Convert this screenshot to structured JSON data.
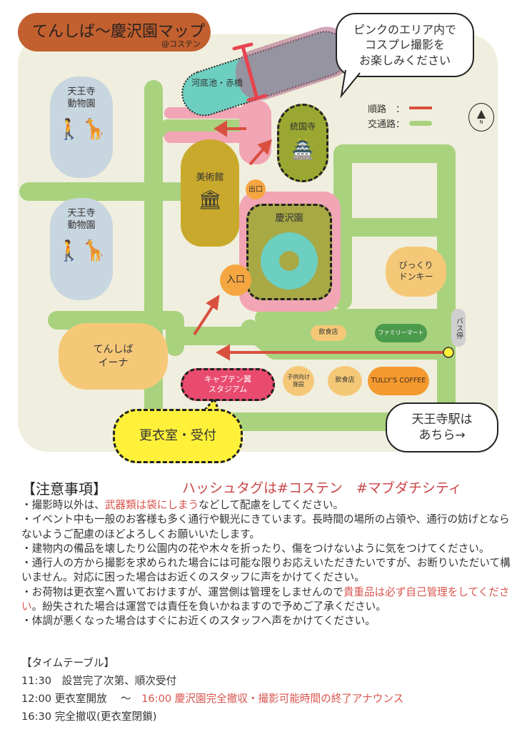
{
  "title": "てんしば〜慶沢園マップ",
  "subtitle": "@コステン",
  "callout_pink": "ピンクのエリア内でコスプレ撮影をお楽しみください",
  "callout_pink_lines": [
    "ピンクのエリア内で",
    "コスプレ撮影を",
    "お楽しみください"
  ],
  "legend": {
    "route": "順路　：",
    "path": "交通路："
  },
  "compass": "N",
  "places": {
    "zoo1": [
      "天王寺",
      "動物園"
    ],
    "zoo2": [
      "天王寺",
      "動物園"
    ],
    "pond": "河底池・赤橋",
    "temple": "統国寺",
    "museum": "美術館",
    "exit": "出口",
    "entrance": "入口",
    "garden": "慶沢園",
    "donkey": [
      "びっくり",
      "ドンキー"
    ],
    "tenshiba": [
      "てんしば",
      "イーナ"
    ],
    "stadium": [
      "キャプテン翼",
      "スタジアム"
    ],
    "restaurant1": "飲食店",
    "famima": "ファミリーマート",
    "kids": [
      "子供向け",
      "施設"
    ],
    "restaurant2": "飲食店",
    "tullys": "TULLY'S COFFEE",
    "bus": "バス停"
  },
  "changing_room": "更衣室・受付",
  "station_lines": [
    "天王寺駅は",
    "あちら→"
  ],
  "colors": {
    "route": "#d9503f",
    "path": "#a9d27e",
    "pink": "#f2a5b4",
    "orange": "#f5a640"
  },
  "notes": {
    "heading": "【注意事項】",
    "hashtag": "ハッシュタグは#コステン　#マブダチシティ",
    "n1a": "・撮影時以外は、",
    "n1b": "武器類は袋にしまう",
    "n1c": "などして配慮をしてください。",
    "n2": "・イベント中も一般のお客様も多く通行や観光にきています。長時間の場所の占領や、通行の妨げとならないようご配慮のほどよろしくお願いいたします。",
    "n3": "・建物内の備品を壊したり公園内の花や木々を折ったり、傷をつけないように気をつけてください。",
    "n4": "・通行人の方から撮影を求められた場合には可能な限りお応えいただきたいですが、お断りいただいて構いません。対応に困った場合はお近くのスタッフに声をかけてください。",
    "n5a": "・お荷物は更衣室へ置いておけますが、運営側は管理をしませんので",
    "n5b": "貴重品は必ず自己管理をしてください",
    "n5c": "。紛失された場合は運営では責任を負いかねますので予めご了承ください。",
    "n6": "・体調が悪くなった場合はすぐにお近くのスタッフへ声をかけてください。"
  },
  "timetable": {
    "heading": "【タイムテーブル】",
    "r1": "11:30　設営完了次第、順次受付",
    "r2a": "12:00 更衣室開放　 〜　",
    "r2b": "16:00 慶沢園完全撤収・撮影可能時間の終了アナウンス",
    "r3": "16:30 完全撤収(更衣室閉鎖)"
  }
}
